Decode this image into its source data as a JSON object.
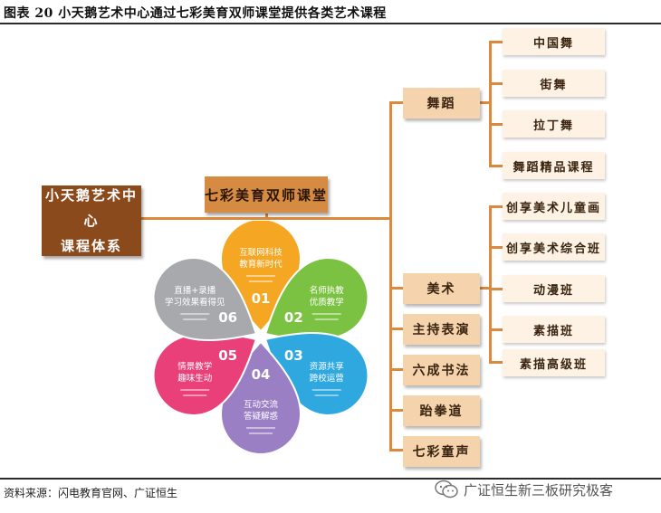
{
  "title": "图表 20 小天鹅艺术中心通过七彩美育双师课堂提供各类艺术课程",
  "source": "资料来源：闪电教育官网、广证恒生",
  "watermark": "广证恒生新三板研究极客",
  "main_box": {
    "line1": "小天鹅艺术中心",
    "line2": "课程体系"
  },
  "center_box": "七彩美育双师课堂",
  "categories": [
    {
      "label": "舞蹈",
      "subs": [
        "中国舞",
        "街舞",
        "拉丁舞",
        "舞蹈精品课程"
      ]
    },
    {
      "label": "美术",
      "subs": [
        "创享美术儿童画",
        "创享美术综合班",
        "动漫班",
        "素描班",
        "素描高级班"
      ]
    },
    {
      "label": "主持表演",
      "subs": []
    },
    {
      "label": "六成书法",
      "subs": []
    },
    {
      "label": "跆拳道",
      "subs": []
    },
    {
      "label": "七彩童声",
      "subs": []
    }
  ],
  "petals": [
    {
      "num": "01",
      "line1": "互联网科技",
      "line2": "教育新时代",
      "color": "#f5a623"
    },
    {
      "num": "02",
      "line1": "名师执教",
      "line2": "优质教学",
      "color": "#7cc242"
    },
    {
      "num": "03",
      "line1": "资源共享",
      "line2": "跨校运营",
      "color": "#2fa8e0"
    },
    {
      "num": "04",
      "line1": "互动交流",
      "line2": "答疑解惑",
      "color": "#9b7fc4"
    },
    {
      "num": "05",
      "line1": "情景教学",
      "line2": "趣味生动",
      "color": "#e9407a"
    },
    {
      "num": "06",
      "line1": "直播+录播",
      "line2": "学习效果看得见",
      "color": "#a7a9ac"
    }
  ],
  "colors": {
    "connector": "#d98a3c",
    "category_bg": "#f4d3ad",
    "sub_bg": "#fdf2e4",
    "main_bg": "#8b4a1c",
    "center_bg": "#d68b43"
  }
}
